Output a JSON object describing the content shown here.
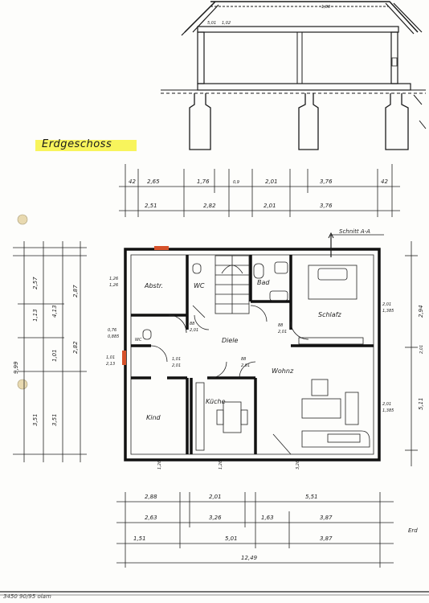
{
  "title": "Erdgeschoss",
  "section_label": "Schnitt A-A",
  "footer": "3450 90/95 olam",
  "edge_label": "Erd",
  "rooms": {
    "abstr": "Abstr.",
    "wc_upper": "WC",
    "bad": "Bad",
    "schlafz": "Schlafz",
    "diele": "Diele",
    "wohnz": "Wohnz",
    "wc_lower": "WC",
    "kueche": "Küche",
    "kind": "Kind"
  },
  "top_dims_row1": [
    "2,65",
    "1,76",
    "0,9",
    "2,01",
    "3,76"
  ],
  "top_dims_row1_outer": [
    "42",
    "42"
  ],
  "top_dims_row2": [
    "2,51",
    "2,82",
    "2,01",
    "3,76"
  ],
  "bottom_dims_row1": [
    "2,88",
    "2,01",
    "5,51"
  ],
  "bottom_dims_row2": [
    "2,63",
    "3,26",
    "1,63",
    "3,87"
  ],
  "bottom_dims_row3": [
    "1,51",
    "5,01",
    "3,87"
  ],
  "bottom_total": "12,49",
  "left_dims": [
    "3,51",
    "3,51",
    "1,01",
    "2,82",
    "1,13",
    "4,13",
    "2,57",
    "2,87",
    "9,99"
  ],
  "right_dims": [
    "2,94",
    "5,11",
    "2,01"
  ],
  "opening_dims": {
    "abstr": "1,26",
    "abstr2": "1,26",
    "wc": "0,76",
    "wc2": "0,885",
    "diele_a": "88",
    "diele_b": "2,01",
    "bad": "88",
    "bad_b": "2,01",
    "kind_door": "1,01",
    "kind_door_b": "2,13",
    "diele2": "1,01",
    "diele2_b": "2,01",
    "wohnz_door": "88",
    "wohnz_door_b": "2,01",
    "schlafz_win": "2,01",
    "schlafz_win_b": "1,385",
    "wohnz_win": "2,01",
    "wohnz_win_b": "1,385",
    "bottom_win1": "1,26",
    "bottom_win2": "1,26",
    "bottom_win3": "3,26"
  },
  "colors": {
    "highlight": "#f7f34a",
    "accent_mark": "#d6512a",
    "ink": "#1b1b1b"
  }
}
